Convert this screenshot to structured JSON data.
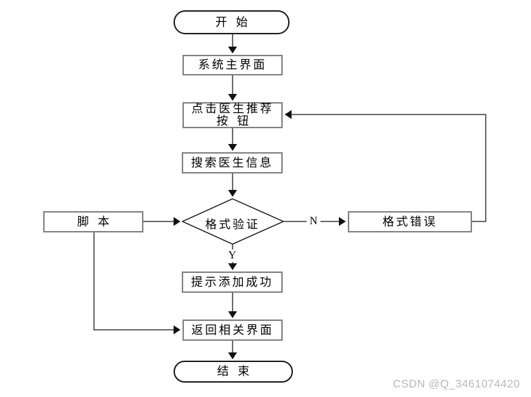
{
  "diagram": {
    "type": "flowchart",
    "nodes": {
      "start": {
        "label": "开始",
        "shape": "terminator"
      },
      "main_ui": {
        "label": "系统主界面",
        "shape": "process"
      },
      "click_recommend": {
        "lines": [
          "点击医生推荐",
          "按钮"
        ],
        "shape": "process"
      },
      "search_doctor": {
        "label": "搜索医生信息",
        "shape": "process"
      },
      "format_check": {
        "label": "格式验证",
        "shape": "decision"
      },
      "script": {
        "label": "脚本",
        "shape": "process"
      },
      "format_error": {
        "label": "格式错误",
        "shape": "process"
      },
      "add_success": {
        "label": "提示添加成功",
        "shape": "process"
      },
      "return_ui": {
        "label": "返回相关界面",
        "shape": "process"
      },
      "end": {
        "label": "结束",
        "shape": "terminator"
      }
    },
    "edge_labels": {
      "no": "N",
      "yes": "Y"
    },
    "edges": [
      {
        "from": "start",
        "to": "main_ui",
        "label": ""
      },
      {
        "from": "main_ui",
        "to": "click_recommend",
        "label": ""
      },
      {
        "from": "click_recommend",
        "to": "search_doctor",
        "label": ""
      },
      {
        "from": "search_doctor",
        "to": "format_check",
        "label": ""
      },
      {
        "from": "script",
        "to": "format_check",
        "label": ""
      },
      {
        "from": "format_check",
        "to": "format_error",
        "label": "N"
      },
      {
        "from": "format_error",
        "to": "click_recommend",
        "label": ""
      },
      {
        "from": "format_check",
        "to": "add_success",
        "label": "Y"
      },
      {
        "from": "add_success",
        "to": "return_ui",
        "label": ""
      },
      {
        "from": "script",
        "to": "return_ui",
        "label": ""
      },
      {
        "from": "return_ui",
        "to": "end",
        "label": ""
      }
    ],
    "colors": {
      "background": "#ffffff",
      "process_border": "#7f7f7f",
      "terminator_border": "#1a1a1a",
      "connector": "#3a3a3a",
      "arrowhead": "#111111",
      "text": "#000000",
      "watermark": "#b8b8b8"
    }
  },
  "watermark": {
    "text": "CSDN @Q_3461074420"
  }
}
